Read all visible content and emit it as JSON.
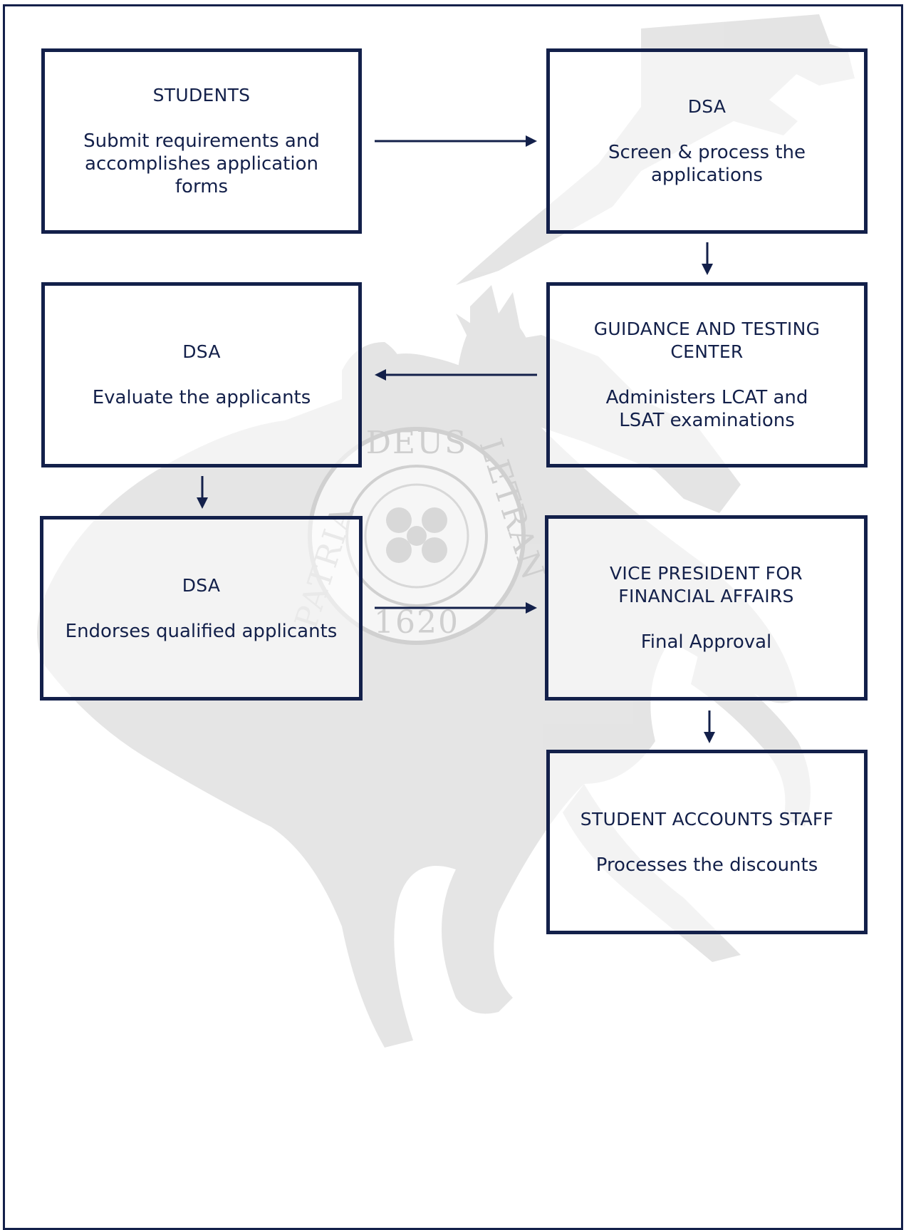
{
  "colors": {
    "ink": "#13204a",
    "watermark": "#d6d6d6",
    "background": "#ffffff"
  },
  "watermark": {
    "seal_top": "DEUS",
    "seal_left": "PATRIA",
    "seal_right": "LETRAN",
    "seal_year": "1620"
  },
  "steps": [
    {
      "title": "STUDENTS",
      "description": "Submit requirements and\naccomplishes application\nforms"
    },
    {
      "title": "DSA",
      "description": "Screen & process the\napplications"
    },
    {
      "title": "GUIDANCE AND TESTING\nCENTER",
      "description": "Administers LCAT and\nLSAT examinations"
    },
    {
      "title": "DSA",
      "description": "Evaluate the applicants"
    },
    {
      "title": "DSA",
      "description": "Endorses qualified applicants"
    },
    {
      "title": "VICE PRESIDENT FOR\nFINANCIAL AFFAIRS",
      "description": "Final Approval"
    },
    {
      "title": "STUDENT ACCOUNTS STAFF",
      "description": "Processes the discounts"
    }
  ]
}
